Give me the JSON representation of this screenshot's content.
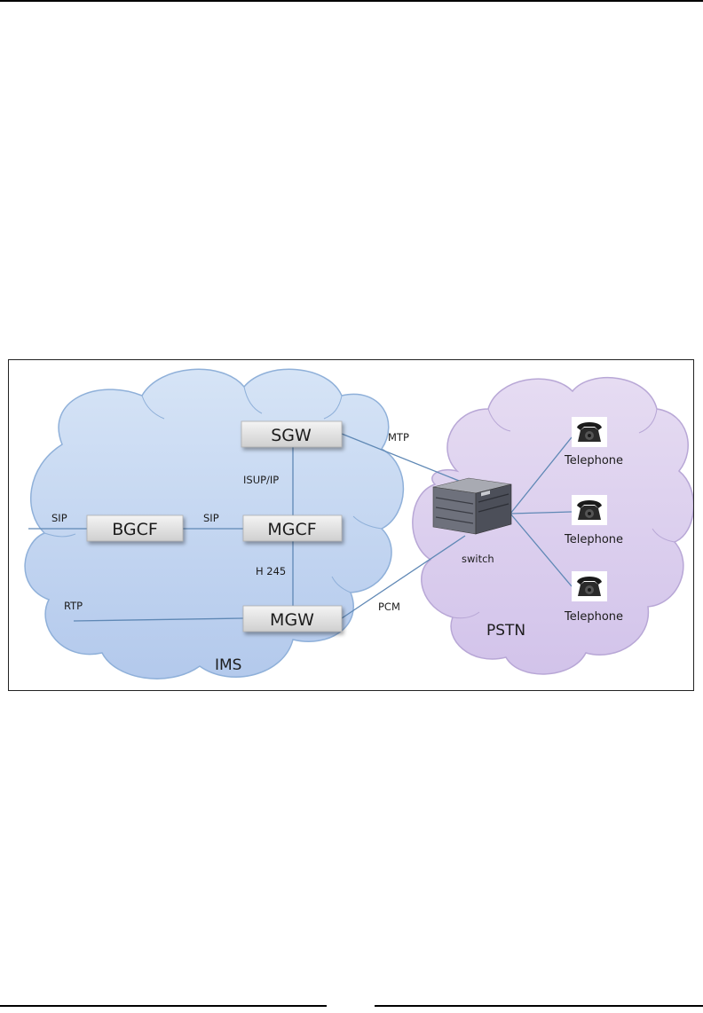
{
  "diagram": {
    "clouds": {
      "ims": "IMS",
      "pstn": "PSTN"
    },
    "nodes": {
      "sgw": "SGW",
      "bgcf": "BGCF",
      "mgcf": "MGCF",
      "mgw": "MGW",
      "switch": "switch"
    },
    "links": {
      "sip_in": "SIP",
      "sip_bgcf_mgcf": "SIP",
      "isup_ip": "ISUP/IP",
      "h245": "H 245",
      "rtp": "RTP",
      "mtp": "MTP",
      "pcm": "PCM"
    },
    "phones": [
      "Telephone",
      "Telephone",
      "Telephone"
    ],
    "icons": {
      "switch": "network-switch-icon",
      "phone": "telephone-icon"
    },
    "colors": {
      "ims_cloud": "#c3d6f0",
      "pstn_cloud": "#dcd0ec",
      "link_line": "#5f88b5",
      "node_box": "#e6e6e6"
    }
  }
}
